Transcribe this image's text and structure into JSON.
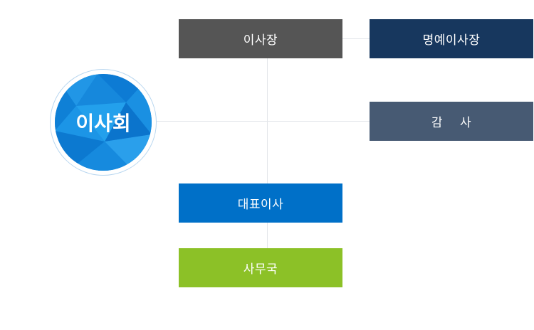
{
  "org_chart": {
    "board": {
      "label": "이사회"
    },
    "chairman": {
      "label": "이사장"
    },
    "honorary_chairman": {
      "label": "명예이사장"
    },
    "auditor": {
      "label": "감 사"
    },
    "ceo": {
      "label": "대표이사"
    },
    "secretariat": {
      "label": "사무국"
    }
  },
  "colors": {
    "chairman": "#555555",
    "honorary_chairman": "#17375e",
    "auditor": "#475a73",
    "ceo": "#0070c8",
    "secretariat": "#8cc127",
    "board": "#1a8ce0",
    "connector": "#e3e6ea"
  }
}
